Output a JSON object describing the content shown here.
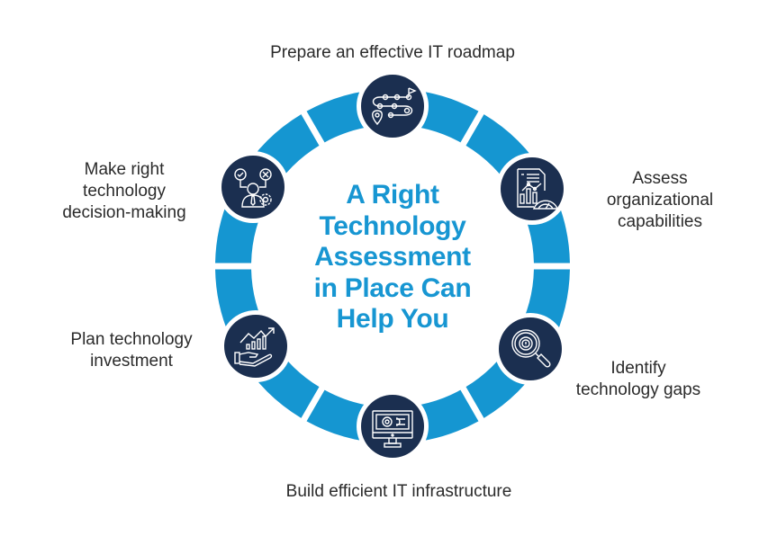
{
  "colors": {
    "ring": "#1596d1",
    "node_fill": "#1b2f50",
    "node_border": "#ffffff",
    "icon_stroke": "#ffffff",
    "title": "#1796d2",
    "label_text": "#2b2b2b"
  },
  "center_title": "A Right\nTechnology\nAssessment\nin Place Can\nHelp You",
  "ring": {
    "segment_count": 12
  },
  "nodes": [
    {
      "id": "roadmap",
      "icon": "roadmap-route-icon",
      "label": "Prepare an effective IT roadmap"
    },
    {
      "id": "capabilities",
      "icon": "report-gauge-icon",
      "label": "Assess\norganizational\ncapabilities"
    },
    {
      "id": "gaps",
      "icon": "magnifier-gear-icon",
      "label": "Identify\ntechnology gaps"
    },
    {
      "id": "infrastructure",
      "icon": "monitor-gear-wrench-icon",
      "label": "Build efficient IT infrastructure"
    },
    {
      "id": "investment",
      "icon": "hand-growth-chart-icon",
      "label": "Plan technology\ninvestment"
    },
    {
      "id": "decision",
      "icon": "person-check-cross-icon",
      "label": "Make right\ntechnology\ndecision-making"
    }
  ]
}
